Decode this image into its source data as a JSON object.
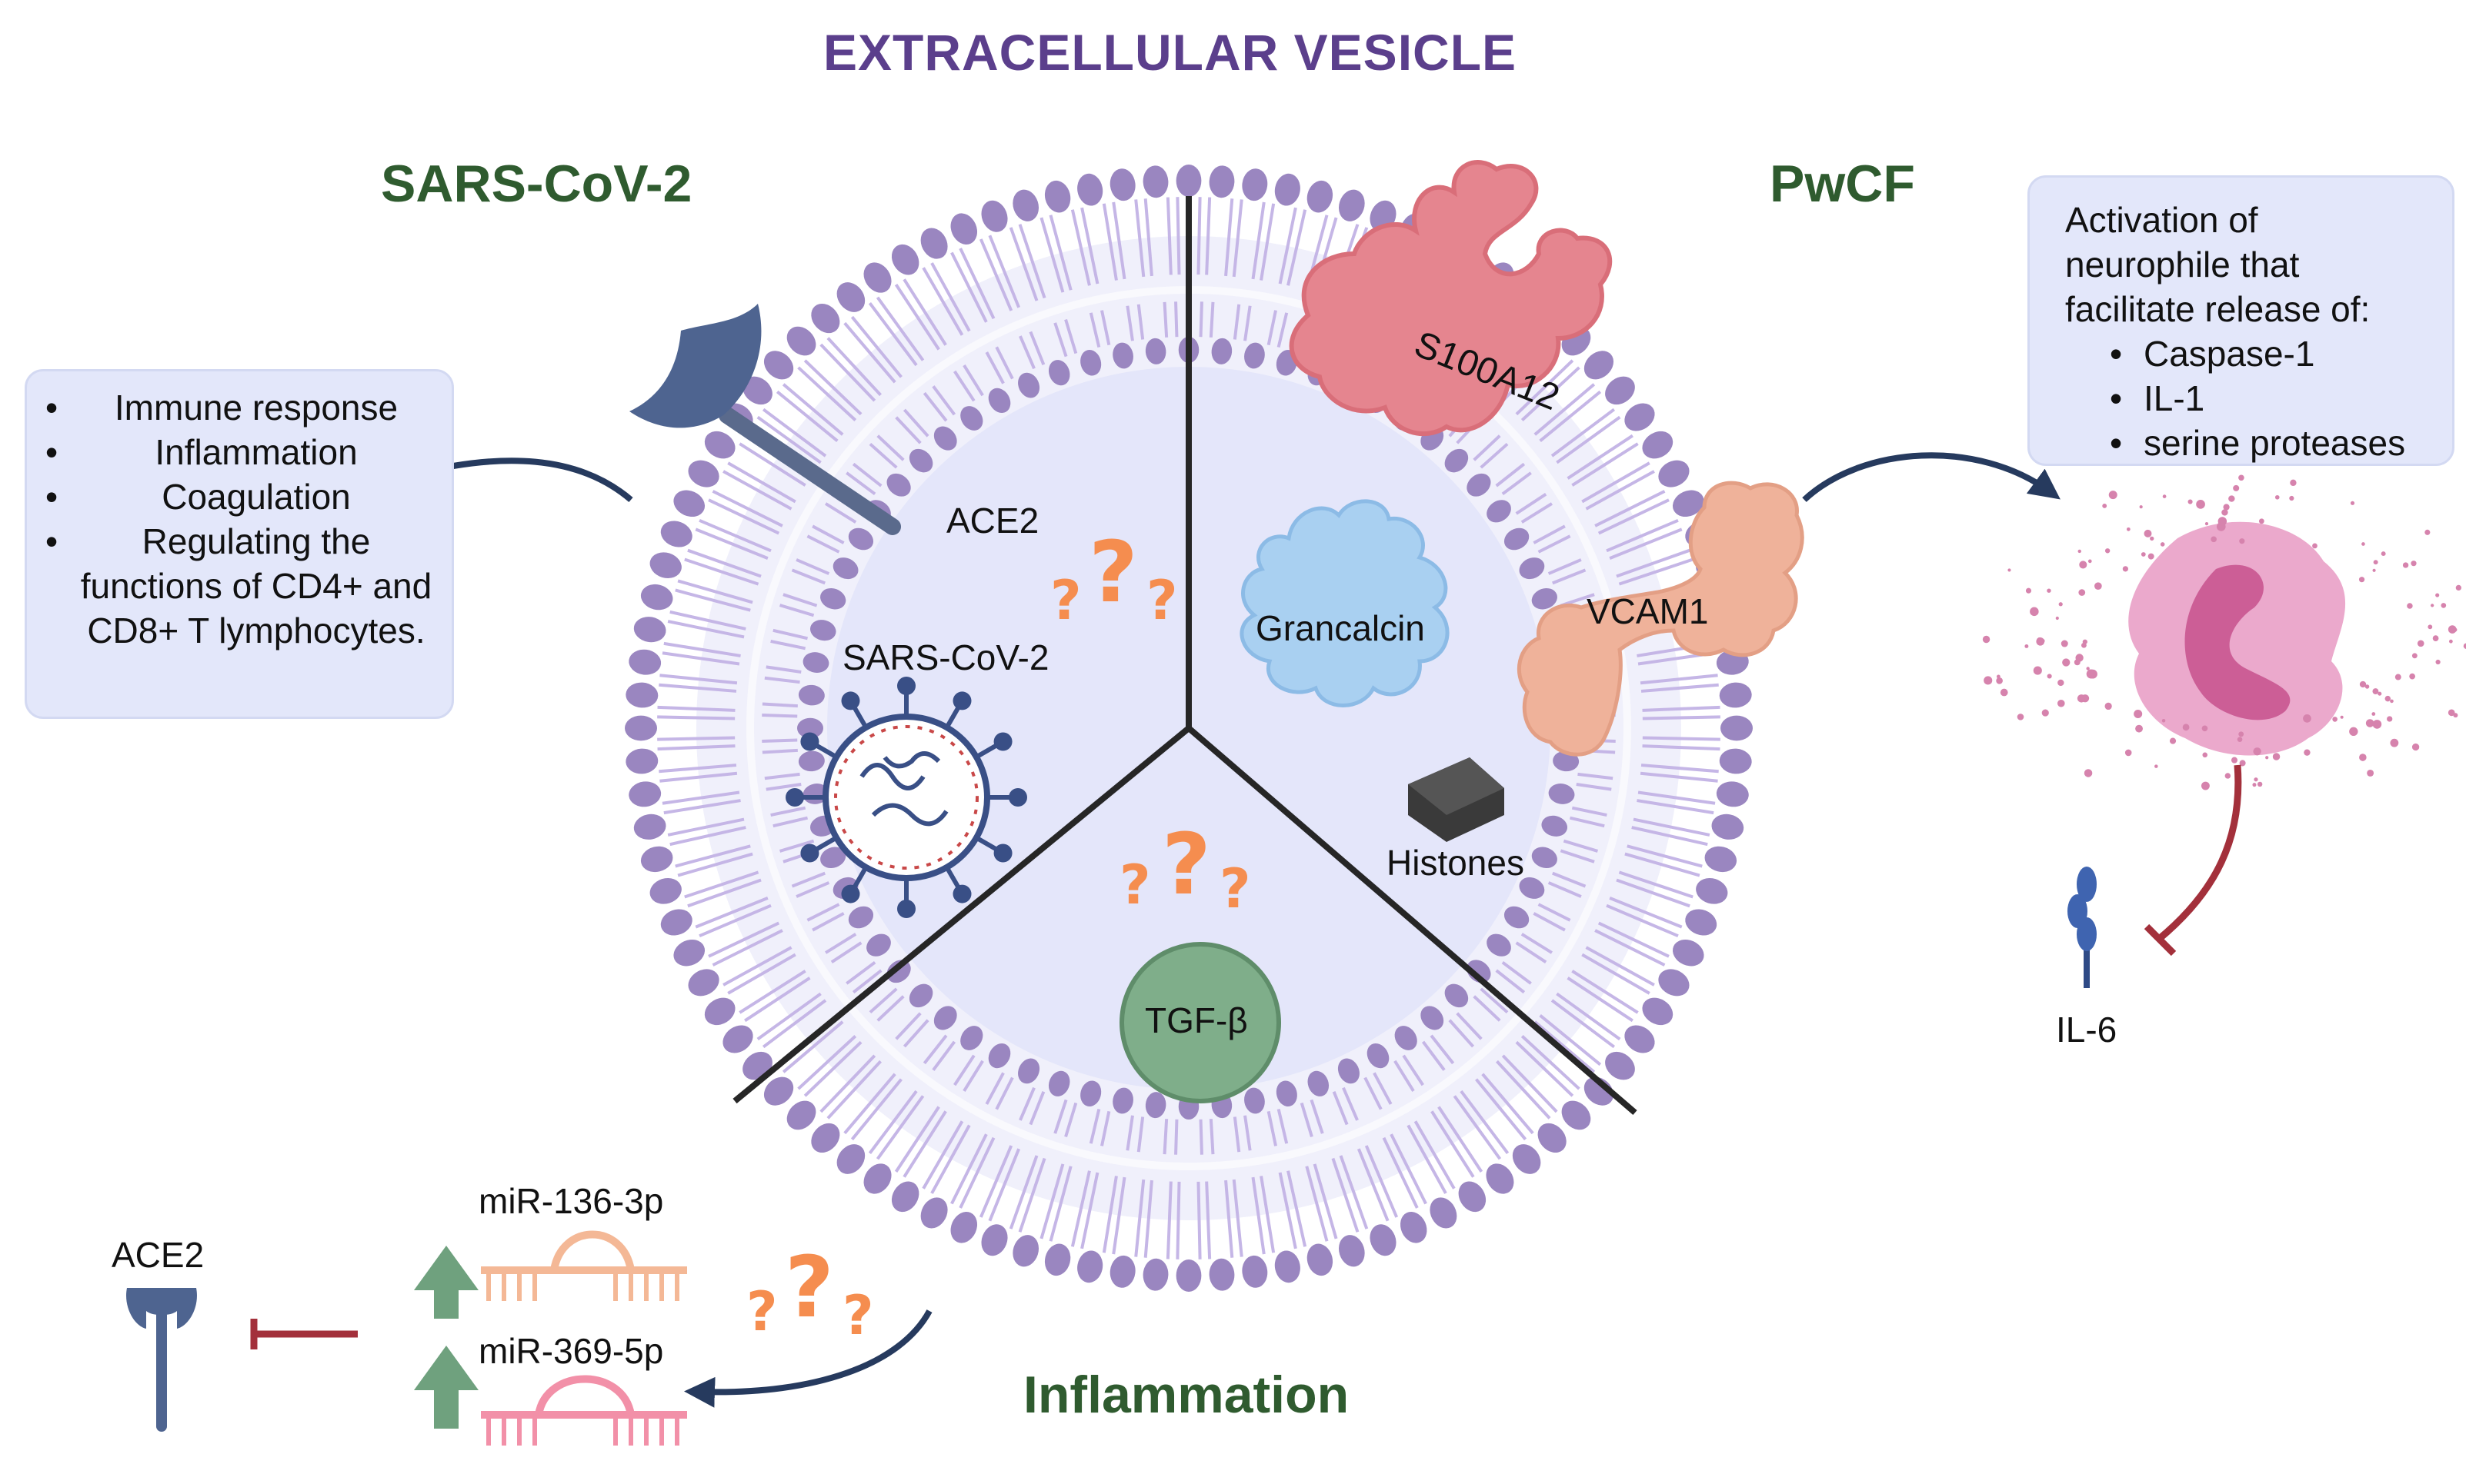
{
  "title": "EXTRACELLULAR VESICLE",
  "sections": {
    "sars": {
      "heading": "SARS-CoV-2",
      "effects_box": {
        "items": [
          "Immune response",
          "Inflammation",
          "Coagulation",
          "Regulating the functions of  CD4+ and CD8+ T lymphocytes."
        ]
      }
    },
    "pwcf": {
      "heading": "PwCF",
      "activation_box": {
        "intro": "Activation of neurophile that facilitate release of:",
        "items": [
          "Caspase-1",
          "IL-1",
          "serine proteases"
        ]
      },
      "il6_label": "IL-6"
    },
    "inflammation": {
      "heading": "Inflammation",
      "mirnas": [
        "miR-136-3p",
        "miR-369-5p"
      ],
      "ace2_label": "ACE2"
    }
  },
  "vesicle": {
    "ace2_label": "ACE2",
    "virus_label": "SARS-CoV-2",
    "s100a12_label": "S100A12",
    "grancalcin_label": "Grancalcin",
    "vcam1_label": "VCAM1",
    "histones_label": "Histones",
    "tgfb_label": "TGF-β",
    "question_mark": "?"
  },
  "colors": {
    "title_purple": "#5b3f8c",
    "heading_green": "#2f5b2f",
    "lipid_head": "#9a86c0",
    "lipid_tail": "#c5b6e6",
    "interior": "#e4e6fa",
    "arrow_navy": "#263a5e",
    "inhibit_red": "#a3303b",
    "question_orange": "#f58d4f",
    "up_arrow_green": "#6fa17e"
  }
}
